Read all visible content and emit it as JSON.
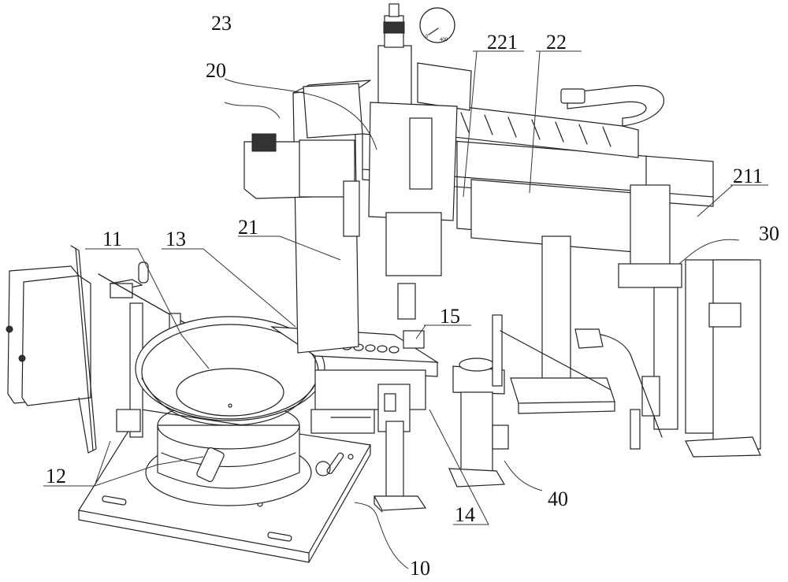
{
  "figure": {
    "type": "patent-style mechanical assembly drawing",
    "description": "Isometric line drawing of an automated assembly machine with vibratory bowl feeder, gantry, and stations"
  },
  "labels": [
    {
      "id": "10",
      "text": "10"
    },
    {
      "id": "11",
      "text": "11"
    },
    {
      "id": "12",
      "text": "12"
    },
    {
      "id": "13",
      "text": "13"
    },
    {
      "id": "14",
      "text": "14"
    },
    {
      "id": "15",
      "text": "15"
    },
    {
      "id": "20",
      "text": "20"
    },
    {
      "id": "21",
      "text": "21"
    },
    {
      "id": "22",
      "text": "22"
    },
    {
      "id": "23",
      "text": "23"
    },
    {
      "id": "30",
      "text": "30"
    },
    {
      "id": "40",
      "text": "40"
    },
    {
      "id": "211",
      "text": "211"
    },
    {
      "id": "221",
      "text": "221"
    }
  ],
  "gauge": {
    "min_label": "0",
    "max_label": "400"
  }
}
